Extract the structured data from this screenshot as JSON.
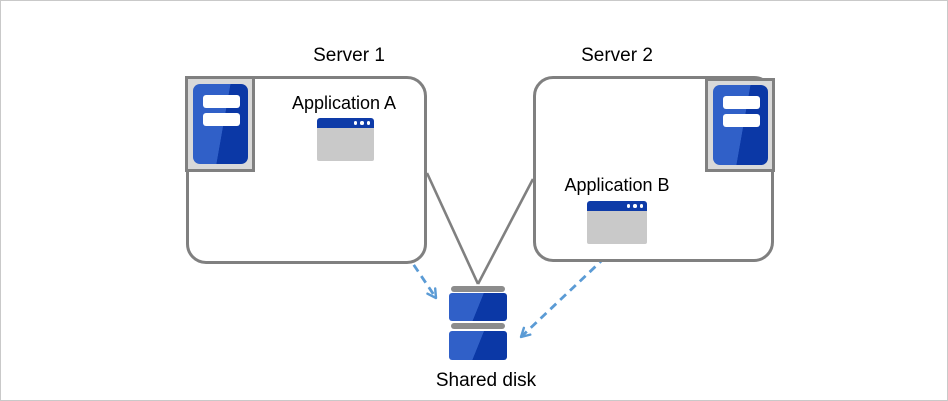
{
  "diagram": {
    "kind": "shared-disk cluster architecture",
    "nodes": {
      "server1": {
        "label": "Server 1"
      },
      "server2": {
        "label": "Server 2"
      },
      "app_a": {
        "label": "Application A"
      },
      "app_b": {
        "label": "Application B"
      },
      "shared_disk": {
        "label": "Shared disk"
      }
    },
    "edges": [
      {
        "from": "server1",
        "to": "shared_disk",
        "style": "solid-gray-line"
      },
      {
        "from": "server2",
        "to": "shared_disk",
        "style": "solid-gray-line"
      },
      {
        "from": "app_a",
        "to": "shared_disk",
        "style": "dashed-blue-arrow"
      },
      {
        "from": "app_b",
        "to": "shared_disk",
        "style": "dashed-blue-arrow"
      }
    ],
    "colors": {
      "outline_gray": "#808080",
      "icon_panel_gray": "#d9d9d9",
      "window_body_gray": "#c9c9c9",
      "disk_bar_gray": "#8c8c8c",
      "blue_light": "#3060c8",
      "blue_dark": "#0b38a6",
      "titlebar_blue": "#0e3ba8",
      "arrow_blue": "#5b9bd5",
      "text": "#000000",
      "background": "#ffffff"
    }
  }
}
